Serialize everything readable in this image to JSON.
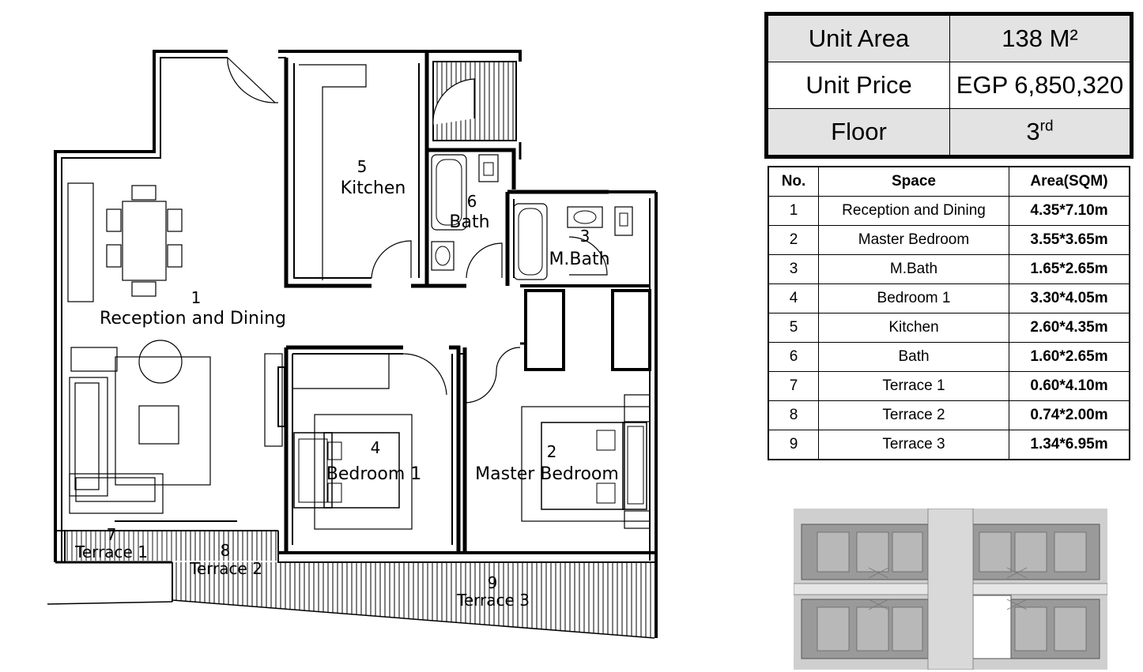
{
  "summary": [
    {
      "label": "Unit Area",
      "value": "138 M²"
    },
    {
      "label": "Unit Price",
      "value": "EGP 6,850,320"
    },
    {
      "label": "Floor",
      "value": "3",
      "value_sup": "rd"
    }
  ],
  "areas_table": {
    "headers": [
      "No.",
      "Space",
      "Area(SQM)"
    ],
    "rows": [
      {
        "no": "1",
        "space": "Reception and Dining",
        "area": "4.35*7.10m"
      },
      {
        "no": "2",
        "space": "Master Bedroom",
        "area": "3.55*3.65m"
      },
      {
        "no": "3",
        "space": "M.Bath",
        "area": "1.65*2.65m"
      },
      {
        "no": "4",
        "space": "Bedroom 1",
        "area": "3.30*4.05m"
      },
      {
        "no": "5",
        "space": "Kitchen",
        "area": "2.60*4.35m"
      },
      {
        "no": "6",
        "space": "Bath",
        "area": "1.60*2.65m"
      },
      {
        "no": "7",
        "space": "Terrace 1",
        "area": "0.60*4.10m"
      },
      {
        "no": "8",
        "space": "Terrace 2",
        "area": "0.74*2.00m"
      },
      {
        "no": "9",
        "space": "Terrace 3",
        "area": "1.34*6.95m"
      }
    ]
  },
  "plan_labels": {
    "r1_num": "1",
    "r1_name": "Reception and Dining",
    "r2_num": "2",
    "r2_name": "Master Bedroom",
    "r3_num": "3",
    "r3_name": "M.Bath",
    "r4_num": "4",
    "r4_name": "Bedroom 1",
    "r5_num": "5",
    "r5_name": "Kitchen",
    "r6_num": "6",
    "r6_name": "Bath",
    "t1_num": "7",
    "t1_name": "Terrace 1",
    "t2_num": "8",
    "t2_name": "Terrace 2",
    "t3_num": "9",
    "t3_name": "Terrace 3"
  },
  "colors": {
    "wall": "#000000",
    "summary_shade": "#e3e3e3",
    "keyplan_fill": "#bdbdbd"
  }
}
